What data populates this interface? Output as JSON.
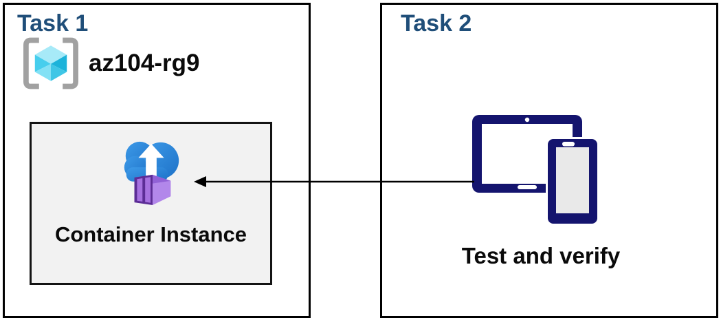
{
  "task1": {
    "title": "Task 1",
    "resource_group_name": "az104-rg9",
    "container_label": "Container Instance"
  },
  "task2": {
    "title": "Task 2",
    "caption": "Test and verify"
  },
  "arrow": {
    "from": "test-and-verify-devices",
    "to": "container-instance"
  },
  "colors": {
    "heading": "#1F4E79",
    "box_border": "#000000",
    "inner_box_border": "#141414",
    "inner_box_bg": "#F2F2F2",
    "text_black": "#0A0A0A",
    "navy": "#14146E",
    "bracket_gray": "#A1A1A1",
    "cube_top": "#A7EAF8",
    "cube_left": "#46CEED",
    "cube_left_bottom": "#83E1F5",
    "cube_right": "#1CB3DA",
    "cube_right_bottom": "#3FC6E6",
    "cloud_start": "#3D9AE8",
    "cloud_end": "#1E72C8",
    "purple_front": "#5C2D96",
    "purple_panel": "#A671E0",
    "purple_side": "#B287EA",
    "purple_top": "#9161D6",
    "arrow_color": "#000000",
    "tablet_screen": "#FFFFFF",
    "phone_screen": "#E9E9E9"
  }
}
